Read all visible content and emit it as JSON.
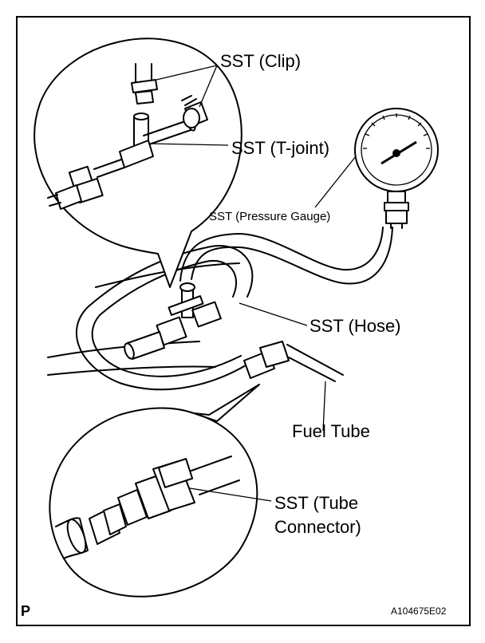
{
  "labels": {
    "clip": "SST (Clip)",
    "t_joint": "SST (T-joint)",
    "pressure_gauge": "SST (Pressure Gauge)",
    "hose": "SST (Hose)",
    "fuel_tube": "Fuel Tube",
    "tube_connector_line1": "SST (Tube",
    "tube_connector_line2": "Connector)"
  },
  "corner_mark": "P",
  "figure_code": "A104675E02"
}
